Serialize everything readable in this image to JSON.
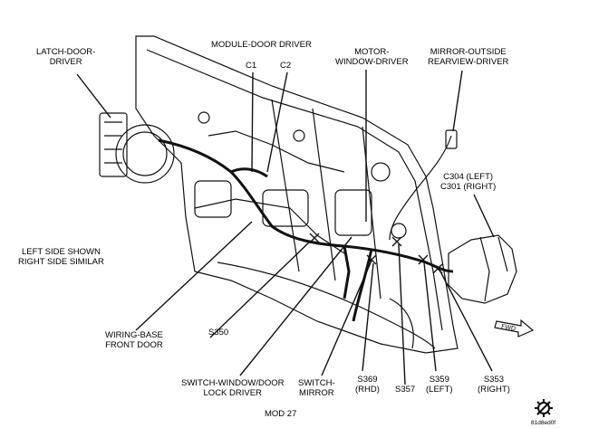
{
  "labels": {
    "latch_door_driver": "LATCH-DOOR-\nDRIVER",
    "module_door_driver": "MODULE-DOOR DRIVER",
    "c1": "C1",
    "c2": "C2",
    "motor_window_driver": "MOTOR-\nWINDOW-DRIVER",
    "mirror_outside": "MIRROR-OUTSIDE\nREARVIEW-DRIVER",
    "c304_c301": "C304 (LEFT)\nC301 (RIGHT)",
    "left_side_shown": "LEFT SIDE SHOWN\nRIGHT SIDE SIMILAR",
    "wiring_base": "WIRING-BASE\nFRONT DOOR",
    "s350": "S350",
    "switch_window_door": "SWITCH-WINDOW/DOOR\nLOCK DRIVER",
    "switch_mirror": "SWITCH-\nMIRROR",
    "s369": "S369\n(RHD)",
    "s357": "S357",
    "s359": "S359\n(LEFT)",
    "s353": "S353\n(RIGHT)",
    "mod": "MOD 27",
    "fwd": "FWD",
    "figure_id": "81d8ed0f"
  }
}
